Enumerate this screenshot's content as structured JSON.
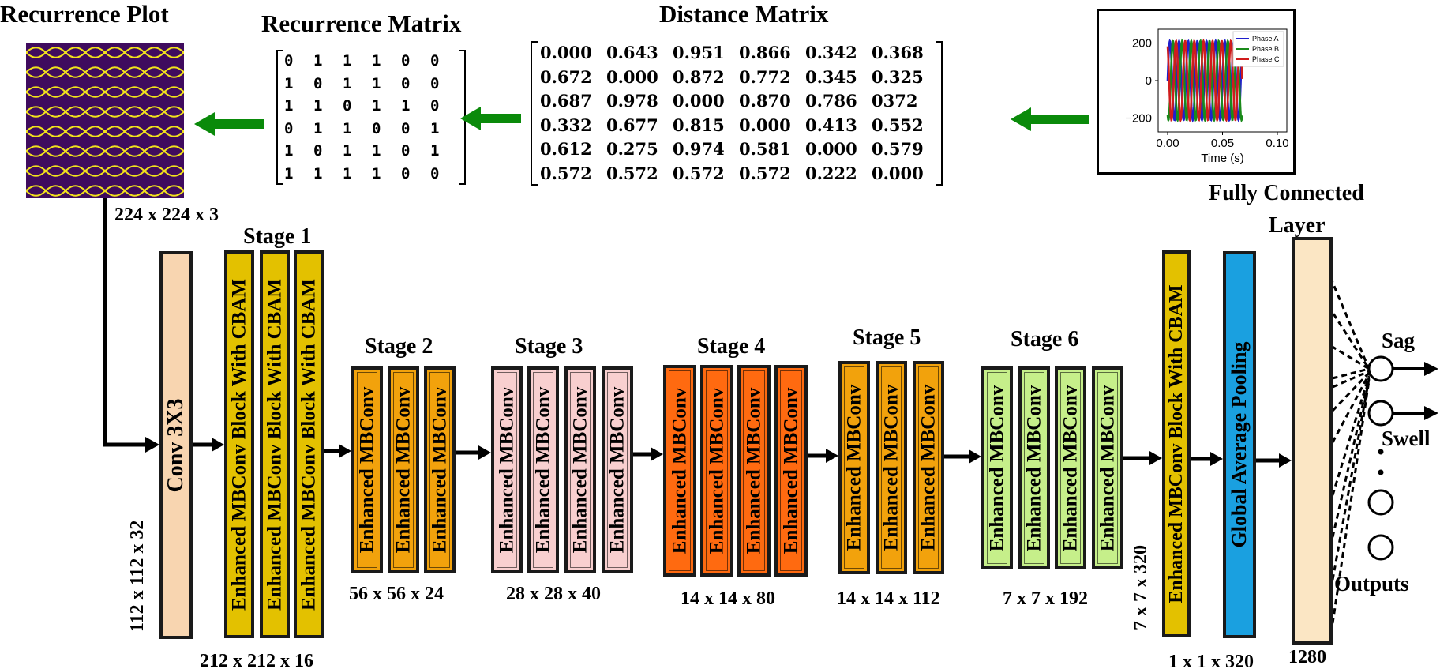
{
  "titles": {
    "recurrence_plot": "Recurrence Plot",
    "recurrence_matrix": "Recurrence Matrix",
    "distance_matrix": "Distance Matrix",
    "fully_connected": "Fully Connected",
    "fully_connected_2": "Layer"
  },
  "recurrence_matrix": [
    [
      "0",
      "1",
      "1",
      "1",
      "0",
      "0"
    ],
    [
      "1",
      "0",
      "1",
      "1",
      "0",
      "0"
    ],
    [
      "1",
      "1",
      "0",
      "1",
      "1",
      "0"
    ],
    [
      "0",
      "1",
      "1",
      "0",
      "0",
      "1"
    ],
    [
      "1",
      "0",
      "1",
      "1",
      "0",
      "1"
    ],
    [
      "1",
      "1",
      "1",
      "1",
      "0",
      "0"
    ]
  ],
  "distance_matrix": [
    [
      "0.000",
      "0.643",
      "0.951",
      "0.866",
      "0.342",
      "0.368"
    ],
    [
      "0.672",
      "0.000",
      "0.872",
      "0.772",
      "0.345",
      "0.325"
    ],
    [
      "0.687",
      "0.978",
      "0.000",
      "0.870",
      "0.786",
      "0372"
    ],
    [
      "0.332",
      "0.677",
      "0.815",
      "0.000",
      "0.413",
      "0.552"
    ],
    [
      "0.612",
      "0.275",
      "0.974",
      "0.581",
      "0.000",
      "0.579"
    ],
    [
      "0.572",
      "0.572",
      "0.572",
      "0.572",
      "0.222",
      "0.000"
    ]
  ],
  "waveform": {
    "legend": [
      "Phase A",
      "Phase B",
      "Phase C"
    ],
    "colors": [
      "#1f1fcc",
      "#1a8a1a",
      "#d01c1c"
    ],
    "yticks": [
      "200",
      "0",
      "−200"
    ],
    "xticks": [
      "0.00",
      "0.05",
      "0.10"
    ],
    "xlabel": "Time (s)"
  },
  "dims": {
    "input": "224 x 224 x 3",
    "conv": "112 x 112 x 32",
    "stage1": "212 x 212 x 16",
    "stage2": "56 x 56 x 24",
    "stage3": "28 x 28 x 40",
    "stage4": "14 x 14 x 80",
    "stage5": "14 x 14 x 112",
    "stage6": "7 x 7 x 192",
    "final_block": "7 x 7 x 320",
    "pool": "1 x 1 x 320",
    "fc": "1280"
  },
  "blocks": {
    "conv": "Conv 3X3",
    "cbam": "Enhanced MBConv Block With CBAM",
    "mbconv": "Enhanced MBConv",
    "pool": "Global Average Pooling"
  },
  "stages": [
    "Stage 1",
    "Stage 2",
    "Stage 3",
    "Stage 4",
    "Stage 5",
    "Stage 6"
  ],
  "outputs": {
    "sag": "Sag",
    "swell": "Swell",
    "outputs": "Outputs"
  },
  "colors": {
    "conv": "#f8d5b0",
    "cbam": "#e3c100",
    "stage2": "#f2a20c",
    "stage3": "#f8cfcf",
    "stage4": "#ff6a10",
    "stage5": "#f2a20c",
    "stage6": "#c6ef8a",
    "pool": "#1aa0e0",
    "fc": "#fbe6c4",
    "arrow_green": "#0a8a0a"
  }
}
